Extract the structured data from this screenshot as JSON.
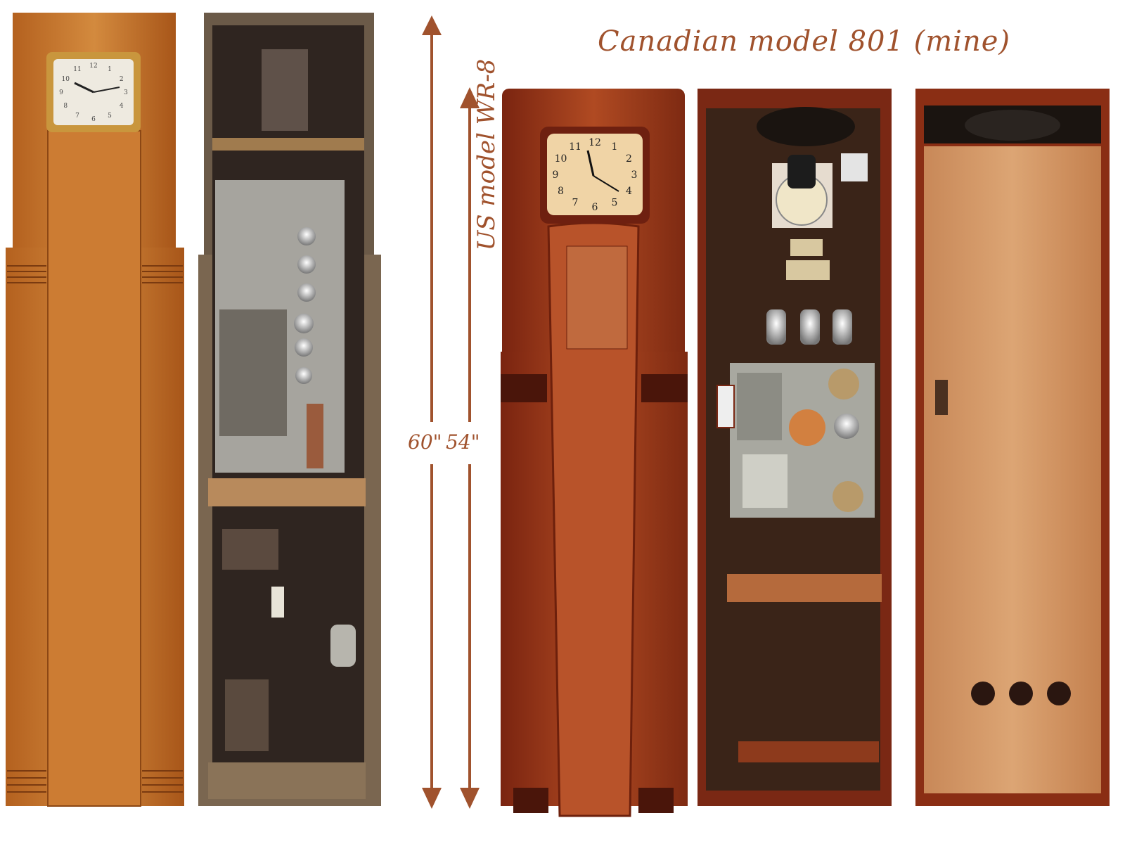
{
  "caption": {
    "canadian_model": "Canadian model 801 (mine)",
    "us_model": "US model WR-8"
  },
  "dimensions": {
    "us_height": "60\"",
    "canadian_height": "54\""
  },
  "clock_numerals": [
    "12",
    "1",
    "2",
    "3",
    "4",
    "5",
    "6",
    "7",
    "8",
    "9",
    "10",
    "11"
  ],
  "colors": {
    "label": "#a0522d",
    "wood_light": "#c8782f",
    "wood_dark": "#8a2d14",
    "interior": "#3a2418",
    "back_panel": "#d49868"
  }
}
